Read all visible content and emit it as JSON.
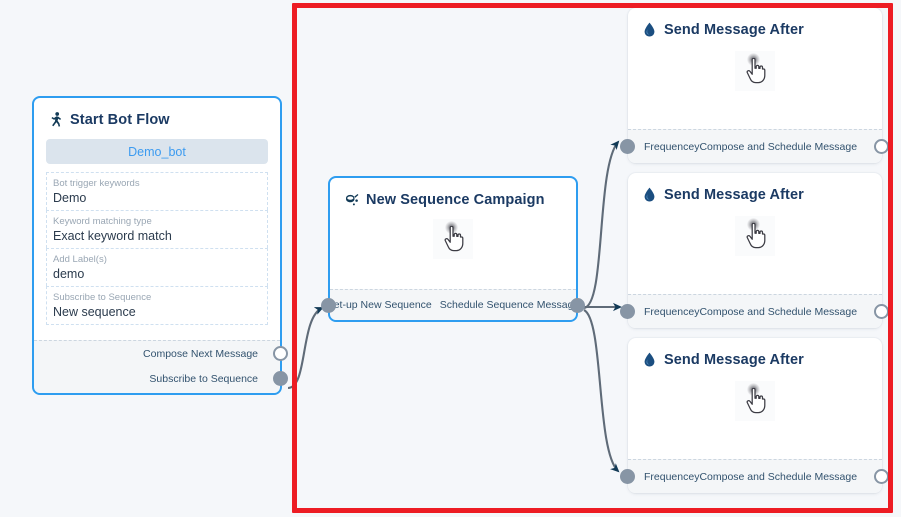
{
  "canvas": {
    "background": "#f5f7fa",
    "annotation": {
      "name": "red-highlight-rectangle",
      "color": "#ed1c24",
      "stroke_width": 5
    },
    "accent_blue": "#2e9df0",
    "port_gray": "#8795a5",
    "edge_gray": "#5f6b78",
    "title_navy": "#1b3a63"
  },
  "nodes": {
    "start_bot_flow": {
      "title": "Start Bot Flow",
      "icon": "running-person-icon",
      "bot_pill": "Demo_bot",
      "fields": [
        {
          "label": "Bot trigger keywords",
          "value": "Demo"
        },
        {
          "label": "Keyword matching type",
          "value": "Exact keyword match"
        },
        {
          "label": "Add Label(s)",
          "value": "demo"
        },
        {
          "label": "Subscribe to Sequence",
          "value": "New sequence"
        }
      ],
      "ports": [
        {
          "label": "Compose Next Message",
          "style": "hollow"
        },
        {
          "label": "Subscribe to Sequence",
          "style": "filled"
        }
      ]
    },
    "new_sequence_campaign": {
      "title": "New Sequence Campaign",
      "icon": "sequence-pour-icon",
      "body_icon": "hand-cursor-icon",
      "ports": {
        "input": {
          "label": "Set-up New Sequence",
          "style": "filled"
        },
        "output": {
          "label": "Schedule Sequence Message",
          "style": "filled"
        }
      }
    },
    "send_message_after": [
      {
        "title": "Send Message After",
        "icon": "water-drop-icon",
        "body_icon": "hand-cursor-icon",
        "ports": {
          "input": {
            "label": "Frequencey",
            "style": "filled"
          },
          "output": {
            "label": "Compose and Schedule Message",
            "style": "hollow"
          }
        }
      },
      {
        "title": "Send Message After",
        "icon": "water-drop-icon",
        "body_icon": "hand-cursor-icon",
        "ports": {
          "input": {
            "label": "Frequencey",
            "style": "filled"
          },
          "output": {
            "label": "Compose and Schedule Message",
            "style": "hollow"
          }
        }
      },
      {
        "title": "Send Message After",
        "icon": "water-drop-icon",
        "body_icon": "hand-cursor-icon",
        "ports": {
          "input": {
            "label": "Frequencey",
            "style": "filled"
          },
          "output": {
            "label": "Compose and Schedule Message",
            "style": "hollow"
          }
        }
      }
    ]
  }
}
